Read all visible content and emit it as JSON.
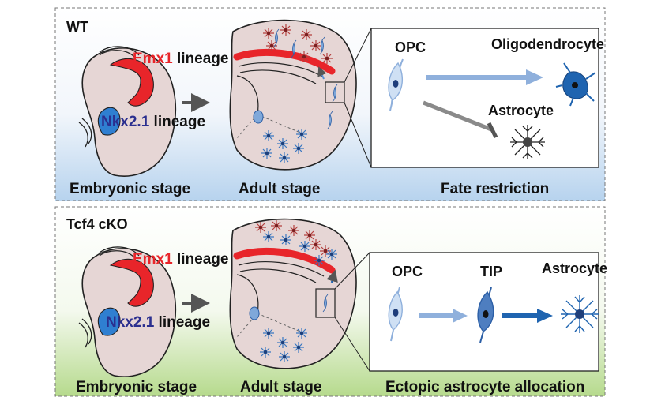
{
  "colors": {
    "wt_bg_top": "#ffffff",
    "wt_bg_bottom": "#bcd6ee",
    "ko_bg_top": "#ffffff",
    "ko_bg_bottom": "#b9dc92",
    "emx1": "#e8252a",
    "nkx": "#2b2f8f",
    "nkx_fill": "#2f7fd1",
    "brain": "#e6d6d5",
    "arrow_light": "#8fb0dc",
    "arrow_dark": "#1f64b0",
    "gray_arrow": "#8a8a8a"
  },
  "panels": [
    {
      "id": "wt",
      "title": "WT",
      "emx1_name": "Emx1",
      "emx1_suffix": " lineage",
      "nkx_name": "Nkx2.1",
      "nkx_suffix": " lineage",
      "stage_embryonic": "Embryonic stage",
      "stage_adult": "Adult stage",
      "stage_fate": "Fate restriction",
      "cell_opc": "OPC",
      "cell_oligo": "Oligodendrocyte",
      "cell_astro": "Astrocyte"
    },
    {
      "id": "ko",
      "title": "Tcf4 cKO",
      "emx1_name": "Emx1",
      "emx1_suffix": " lineage",
      "nkx_name": "Nkx2.1",
      "nkx_suffix": " lineage",
      "stage_embryonic": "Embryonic stage",
      "stage_adult": "Adult stage",
      "stage_fate": "Ectopic astrocyte allocation",
      "cell_opc": "OPC",
      "cell_tip": "TIP",
      "cell_astro": "Astrocyte"
    }
  ]
}
